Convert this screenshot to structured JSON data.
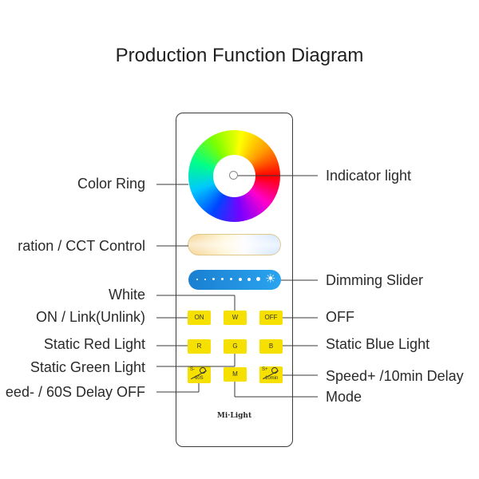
{
  "title": "Production Function Diagram",
  "remote": {
    "brand": "Mi·Light",
    "buttons": {
      "on": "ON",
      "white": "W",
      "off": "OFF",
      "red": "R",
      "green": "G",
      "blue": "B",
      "mode": "M",
      "speed_minus_top": "S-",
      "speed_minus_bottom": "60S",
      "speed_plus_top": "S+",
      "speed_plus_bottom": "10min"
    }
  },
  "labels": {
    "color_ring": "Color Ring",
    "indicator_light": "Indicator light",
    "cct_control": "ration / CCT Control",
    "dimming_slider": "Dimming Slider",
    "white": "White",
    "on_link": "ON / Link(Unlink)",
    "off": "OFF",
    "static_red": "Static Red Light",
    "static_blue": "Static Blue Light",
    "static_green": "Static Green Light",
    "speed_plus": "Speed+ /10min Delay",
    "speed_minus": "eed- / 60S Delay OFF",
    "mode": "Mode"
  },
  "colors": {
    "button_yellow": "#f6e000",
    "dimmer_blue": "#1a7fd0",
    "line": "#3a3a3a"
  }
}
